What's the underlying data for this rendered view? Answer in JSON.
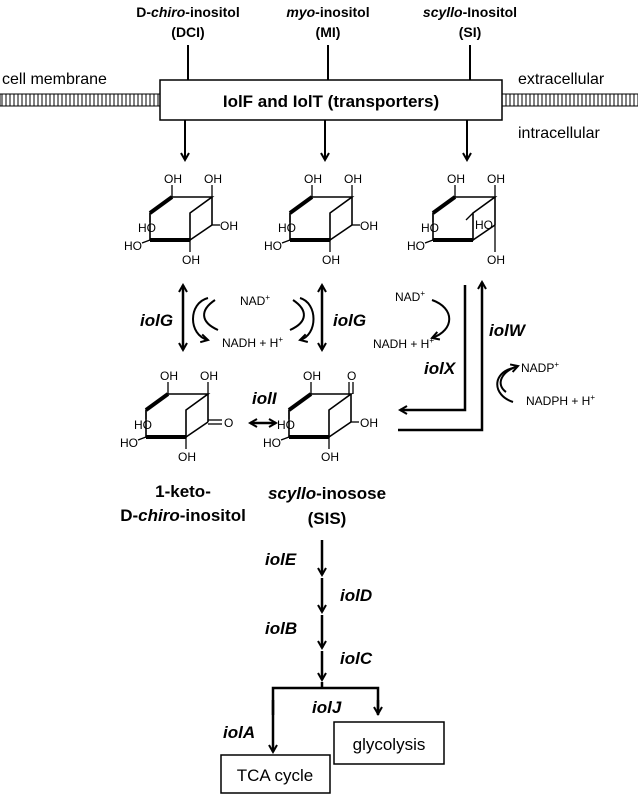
{
  "compounds_top": {
    "dci": {
      "prefix": "D-",
      "italic": "chiro",
      "suffix": "-inositol",
      "abbr": "(DCI)"
    },
    "mi": {
      "prefix": "",
      "italic": "myo",
      "suffix": "-inositol",
      "abbr": "(MI)"
    },
    "si": {
      "prefix": "",
      "italic": "scyllo",
      "suffix": "-Inositol",
      "abbr": "(SI)"
    }
  },
  "membrane": {
    "left_label": "cell membrane",
    "right_top": "extracellular",
    "right_bottom": "intracellular",
    "transporter": "IolF and IolT (transporters)"
  },
  "oh": "OH",
  "ho": "HO",
  "ketone_o": "O",
  "cofactors": {
    "nad": "NAD",
    "nad_sup": "+",
    "nadh": "NADH + H",
    "nadh_sup": "+",
    "nadp": "NADP",
    "nadp_sup": "+",
    "nadph": "NADPH + H",
    "nadph_sup": "+"
  },
  "genes": {
    "iolG": "iolG",
    "iolW": "iolW",
    "iolX": "iolX",
    "iolI": "iolI",
    "iolE": "iolE",
    "iolD": "iolD",
    "iolB": "iolB",
    "iolC": "iolC",
    "iolJ": "iolJ",
    "iolA": "iolA"
  },
  "products": {
    "kdci_line1": "1-keto-",
    "kdci_line2_prefix": "D-",
    "kdci_line2_italic": "chiro",
    "kdci_line2_suffix": "-inositol",
    "sis_italic": "scyllo",
    "sis_suffix": "-inosose",
    "sis_abbr": "(SIS)"
  },
  "endpoints": {
    "glycolysis": "glycolysis",
    "tca": "TCA cycle"
  }
}
